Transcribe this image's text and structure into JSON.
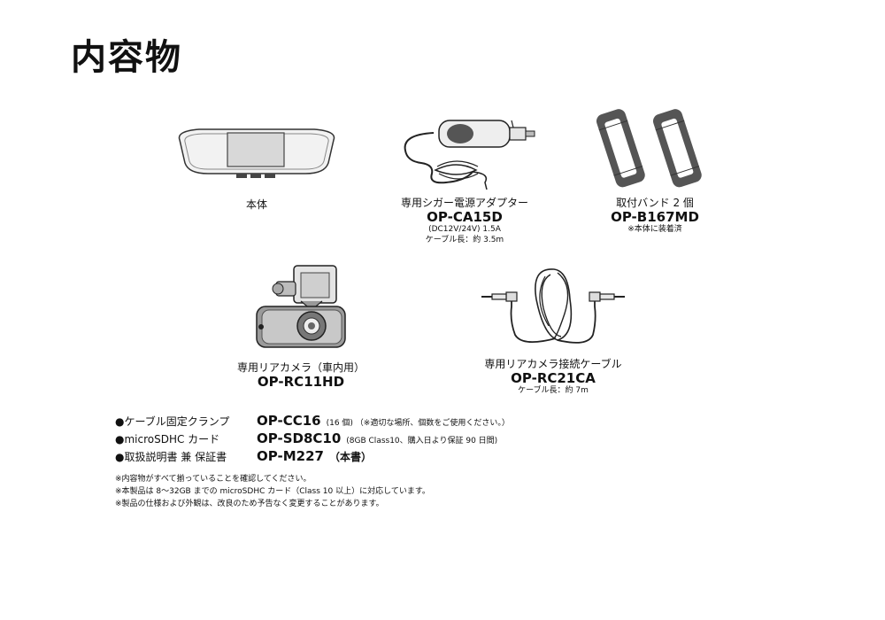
{
  "page_title": "内容物",
  "items": {
    "mirror": {
      "label": "本体"
    },
    "adapter": {
      "label": "専用シガー電源アダプター",
      "model": "OP-CA15D",
      "notes": [
        "(DC12V/24V) 1.5A",
        "ケーブル長：約 3.5m"
      ]
    },
    "band": {
      "label": "取付バンド 2 個",
      "model": "OP-B167MD",
      "notes": [
        "※本体に装着済"
      ]
    },
    "rear_camera": {
      "label": "専用リアカメラ（車内用）",
      "model": "OP-RC11HD"
    },
    "rear_cable": {
      "label": "専用リアカメラ接続ケーブル",
      "model": "OP-RC21CA",
      "notes": [
        "ケーブル長：約 7m"
      ]
    }
  },
  "accessories": [
    {
      "name": "●ケーブル固定クランプ",
      "code": "OP-CC16",
      "detail": "(16 個) （※適切な場所、個数をご使用ください。）"
    },
    {
      "name": "●microSDHC カード",
      "code": "OP-SD8C10",
      "detail": "(8GB Class10、購入日より保証 90 日間)"
    },
    {
      "name": "●取扱説明書 兼 保証書",
      "code": "OP-M227",
      "detail": "（本書）"
    }
  ],
  "footnotes": [
    "※内容物がすべて揃っていることを確認してください。",
    "※本製品は 8～32GB までの microSDHC カード（Class 10 以上）に対応しています。",
    "※製品の仕様および外観は、改良のため予告なく変更することがあります。"
  ]
}
